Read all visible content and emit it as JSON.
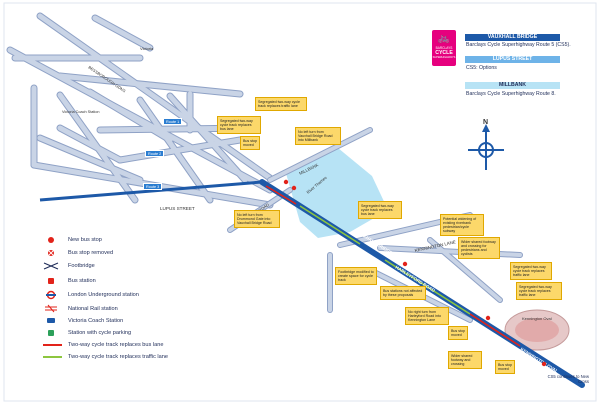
{
  "colors": {
    "road_fill": "#c9d4e6",
    "road_edge": "#8fa2c6",
    "cs5_route": "#1d59a8",
    "two_way_bus": "#e2231a",
    "two_way_traffic": "#8dc63f",
    "river": "#b7e3f5",
    "callout": "#fcd86a",
    "sticker": "#e6007e"
  },
  "logo": {
    "line1": "BARCLAYS",
    "line2": "CYCLE",
    "line3": "SUPERHIGHWAYS"
  },
  "key": {
    "vauxhall_title": "VAUXHALL BRIDGE",
    "vauxhall_desc": "Barclays Cycle Superhighway Route 5 (CS5).",
    "lupus_title": "LUPUS STREET",
    "lupus_desc": "CS5: Options",
    "millbank_title": "MILLBANK",
    "millbank_desc": "Barclays Cycle Superhighway Route 8.",
    "compass": "N"
  },
  "legend": [
    {
      "label": "New bus stop",
      "icon": "new-bus-stop-icon"
    },
    {
      "label": "Bus stop removed",
      "icon": "bus-stop-removed-icon"
    },
    {
      "label": "Footbridge",
      "icon": "footbridge-icon"
    },
    {
      "label": "Bus station",
      "icon": "bus-station-icon"
    },
    {
      "label": "London Underground station",
      "icon": "underground-icon"
    },
    {
      "label": "National Rail station",
      "icon": "national-rail-icon"
    },
    {
      "label": "Victoria Coach Station",
      "icon": "coach-station-icon"
    },
    {
      "label": "Station with cycle parking",
      "icon": "cycle-parking-icon"
    },
    {
      "label": "Two-way cycle track replaces bus lane",
      "icon": "red-line-icon"
    },
    {
      "label": "Two-way cycle track replaces traffic lane",
      "icon": "green-line-icon"
    }
  ],
  "streets": {
    "lupus": "LUPUS STREET",
    "vauxhall_bridge": "VAUXHALL BRIDGE",
    "harleyford": "HARLEYFORD ROAD",
    "kennington_lane": "KENNINGTON LANE",
    "kennington_oval": "KENNINGTON OVAL",
    "millbank": "MILLBANK",
    "grosvenor": "GROSVENOR ROAD",
    "bessborough": "BESSBOROUGH GDNS",
    "victoria": "Victoria",
    "coach_station": "Victoria Coach Station",
    "river": "River Thames",
    "oval": "Kennington Oval",
    "route1": "Route 1",
    "route2": "Route 2",
    "route3": "Route 3"
  },
  "callouts": [
    {
      "text": "Segregated two-way cycle track replaces traffic lane"
    },
    {
      "text": "Segregated two-way cycle track replaces bus lane"
    },
    {
      "text": "Bus stop moved"
    },
    {
      "text": "No left turn from Vauxhall Bridge Road into Millbank"
    },
    {
      "text": "No left turn from Drummond Gate into Vauxhall Bridge Road"
    },
    {
      "text": "Segregated two-way cycle track replaces bus lane"
    },
    {
      "text": "Potential widening of existing riverbank pedestrian/cycle subway"
    },
    {
      "text": "Wider shared footway and crossing for pedestrians and cyclists"
    },
    {
      "text": "Segregated two-way cycle track replaces traffic lane"
    },
    {
      "text": "Segregated two-way cycle track replaces traffic lane"
    },
    {
      "text": "Footbridge modified to create space for cycle track"
    },
    {
      "text": "Bus stations not affected by these proposals"
    },
    {
      "text": "No right turn from Harleyford Road into Kennington Lane"
    },
    {
      "text": "Bus stop moved"
    },
    {
      "text": "Wider shared footway and crossing"
    },
    {
      "text": "Bus stop moved"
    }
  ],
  "continues": "CS5 continues to New Cross"
}
